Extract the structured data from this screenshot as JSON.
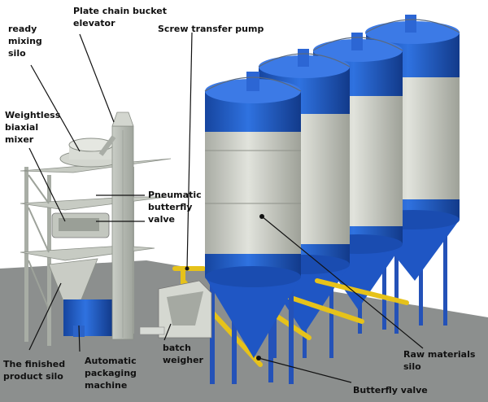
{
  "labels": {
    "ready_mixing_silo": "ready\nmixing\nsilo",
    "plate_chain_bucket_elevator": "Plate chain bucket\nelevator",
    "screw_transfer_pump": "Screw transfer pump",
    "weightless_biaxial_mixer": "Weightless\nbiaxial\nmixer",
    "pneumatic_butterfly_valve": "Pneumatic\nbutterfly\nvalve",
    "finished_product_silo": "The finished\nproduct silo",
    "automatic_packaging_machine": "Automatic\npackaging\nmachine",
    "batch_weigher": "batch\nweigher",
    "raw_materials_silo": "Raw materials\nsilo",
    "butterfly_valve": "Butterfly valve"
  },
  "colors": {
    "silo_blue": "#1f5fd0",
    "silo_gray": "#cdd0c8",
    "pipe_yellow": "#e6c21a",
    "structure_gray": "#b8bdb5",
    "ground_gray": "#8a8d8c",
    "bin_blue": "#2b63c9"
  }
}
